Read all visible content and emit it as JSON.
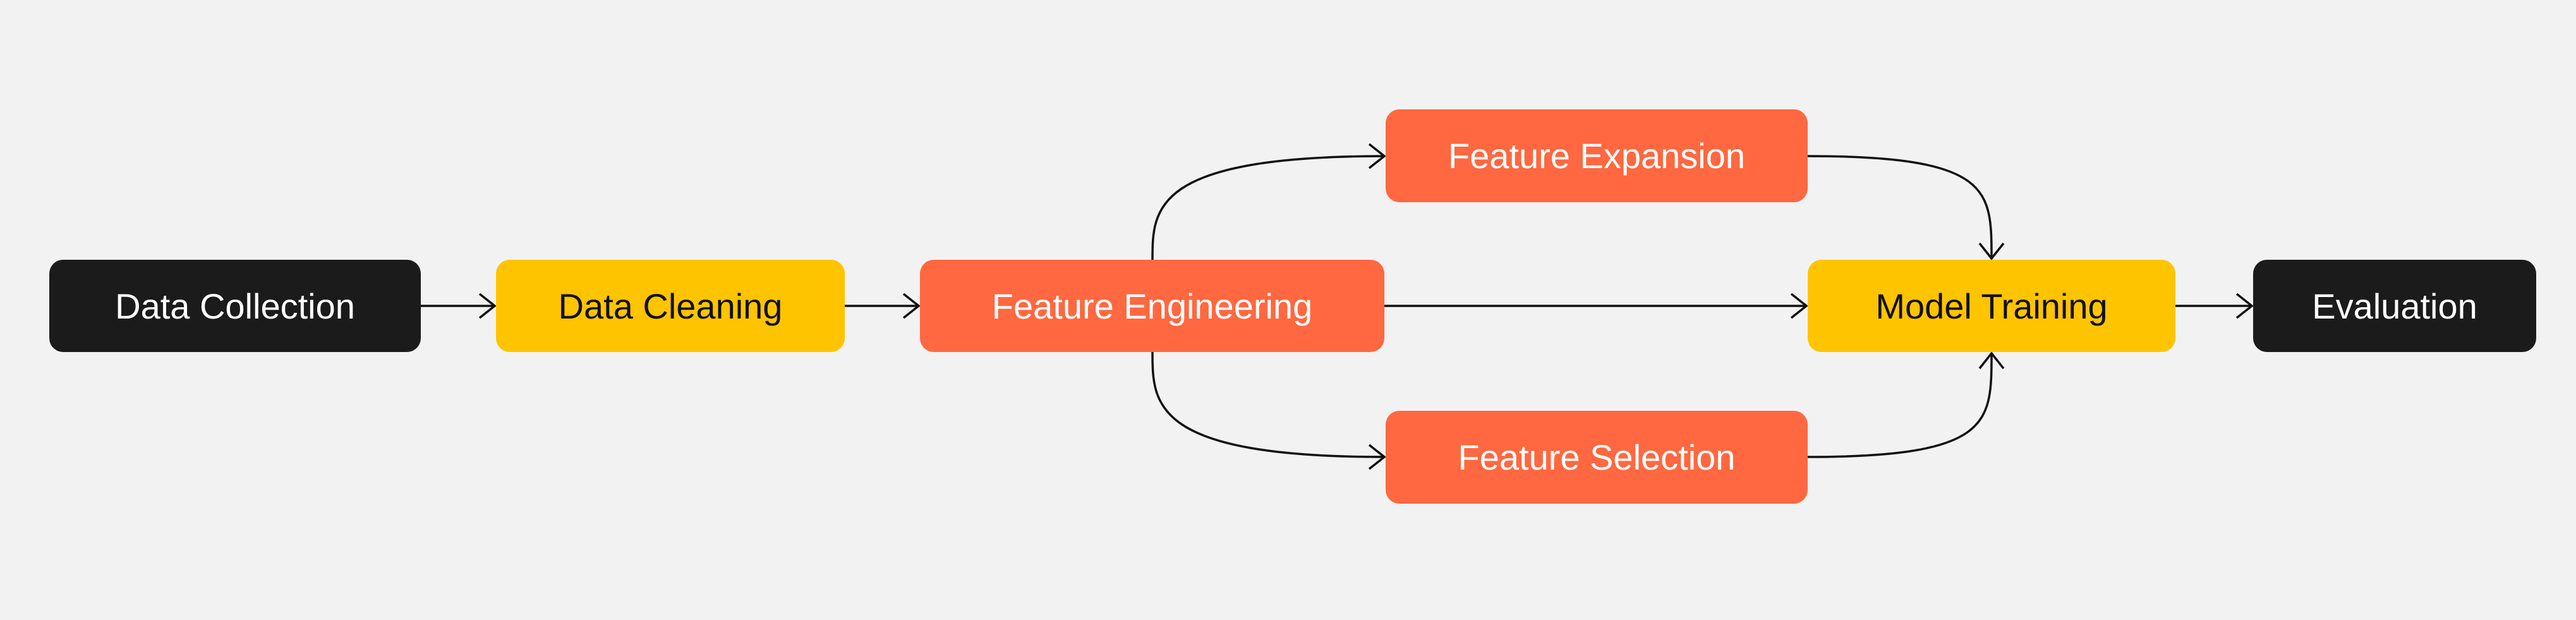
{
  "diagram": {
    "nodes": [
      {
        "id": "collection",
        "label": "Data Collection",
        "color": "#1b1b1b"
      },
      {
        "id": "cleaning",
        "label": "Data Cleaning",
        "color": "#ffc400"
      },
      {
        "id": "engineering",
        "label": "Feature Engineering",
        "color": "#ff6840"
      },
      {
        "id": "expansion",
        "label": "Feature Expansion",
        "color": "#ff6840"
      },
      {
        "id": "selection",
        "label": "Feature Selection",
        "color": "#ff6840"
      },
      {
        "id": "training",
        "label": "Model Training",
        "color": "#ffc400"
      },
      {
        "id": "evaluation",
        "label": "Evaluation",
        "color": "#1b1b1b"
      }
    ],
    "edges": [
      {
        "from": "collection",
        "to": "cleaning"
      },
      {
        "from": "cleaning",
        "to": "engineering"
      },
      {
        "from": "engineering",
        "to": "expansion"
      },
      {
        "from": "engineering",
        "to": "training"
      },
      {
        "from": "engineering",
        "to": "selection"
      },
      {
        "from": "expansion",
        "to": "training"
      },
      {
        "from": "selection",
        "to": "training"
      },
      {
        "from": "training",
        "to": "evaluation"
      }
    ]
  }
}
